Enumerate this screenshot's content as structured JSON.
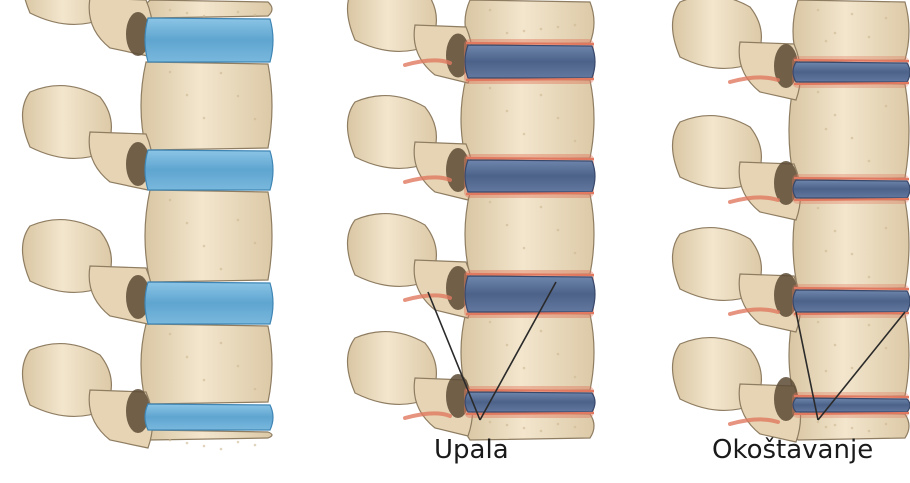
{
  "labels": {
    "inflammation": "Upala",
    "ossification": "Okoštavanje"
  },
  "colors": {
    "bone": "#ecdcc0",
    "bone_shadow": "#cdb892",
    "bone_outline": "#8f7d62",
    "disc_healthy": "#6aaed6",
    "disc_degenerated": "#566d93",
    "inflammation": "#e0795f",
    "pointer_line": "#2a2a2a"
  },
  "panels": [
    {
      "name": "healthy",
      "disc_state": "healthy",
      "inflamed": false,
      "ossified": false
    },
    {
      "name": "inflammation",
      "disc_state": "degenerated",
      "inflamed": true,
      "ossified": false
    },
    {
      "name": "ossification",
      "disc_state": "degenerated",
      "inflamed": true,
      "ossified": true
    }
  ]
}
